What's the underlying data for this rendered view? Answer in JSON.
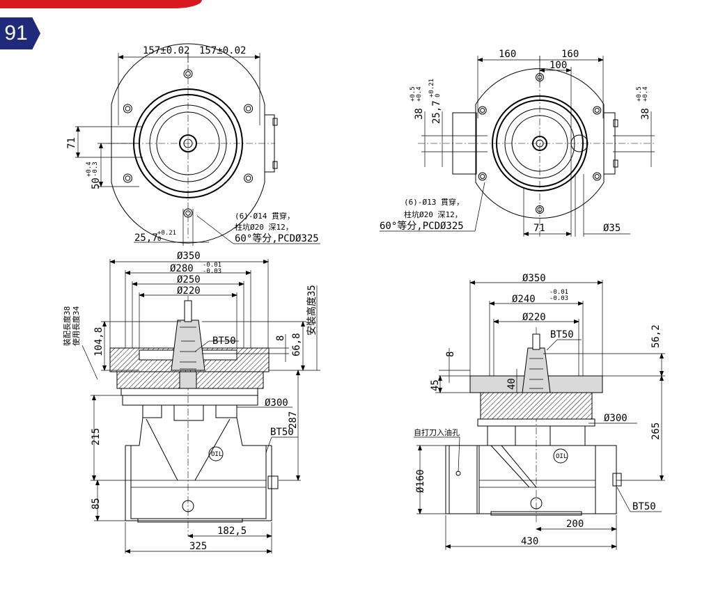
{
  "page": {
    "number": "91"
  },
  "views": {
    "top_left": {
      "dims": {
        "half_span_left": "157±0.02",
        "half_span_right": "157±0.02",
        "offset_71": "71",
        "offset_50": "50",
        "offset_50_tol": "+0.4\n-0.3",
        "key_width": "25,7",
        "key_tol": "+0.21\n0"
      },
      "note": [
        "(6)-Ø14 貫穿，",
        "柱坑Ø20 深12，",
        "60°等分,PCDØ325"
      ]
    },
    "top_right": {
      "dims": {
        "span_left": "160",
        "span_right": "160",
        "span_inner": "100",
        "height_left": "38",
        "height_left_tol": "+0.5\n+0.4",
        "key_width": "25,7",
        "key_tol": "+0.21\n0",
        "height_right": "38",
        "height_right_tol": "+0.5\n+0.4",
        "offset_71": "71",
        "bore": "Ø35"
      },
      "note": [
        "(6)-Ø13 貫穿，",
        "柱坑Ø20 深12，",
        "60°等分,PCDØ325"
      ]
    },
    "front_left": {
      "dims": {
        "d350": "Ø350",
        "d280": "Ø280",
        "d280_tol": "-0.01\n-0.03",
        "d250": "Ø250",
        "d220": "Ø220",
        "h8": "8",
        "h66_8": "66,8",
        "h104_8": "104,8",
        "d300": "Ø300",
        "h215": "215",
        "h287": "287",
        "h85": "85",
        "w182_5": "182,5",
        "w325": "325",
        "spindle": "BT50",
        "tool": "BT50"
      },
      "side_labels": [
        "裝配長度38",
        "使用長度34"
      ],
      "install_height": "安裝高度35",
      "oil_label": "OIL"
    },
    "front_right": {
      "dims": {
        "d350": "Ø350",
        "d240": "Ø240",
        "d240_tol": "-0.01\n-0.03",
        "d220": "Ø220",
        "h56_2": "56,2",
        "h8": "8",
        "h40": "40",
        "h45": "45",
        "d300": "Ø300",
        "h265": "265",
        "d160": "Ø160",
        "w200": "200",
        "w430": "430",
        "spindle": "BT50",
        "tool": "BT50"
      },
      "oil_hole": "自打刀入油孔",
      "oil_label": "OIL"
    }
  }
}
